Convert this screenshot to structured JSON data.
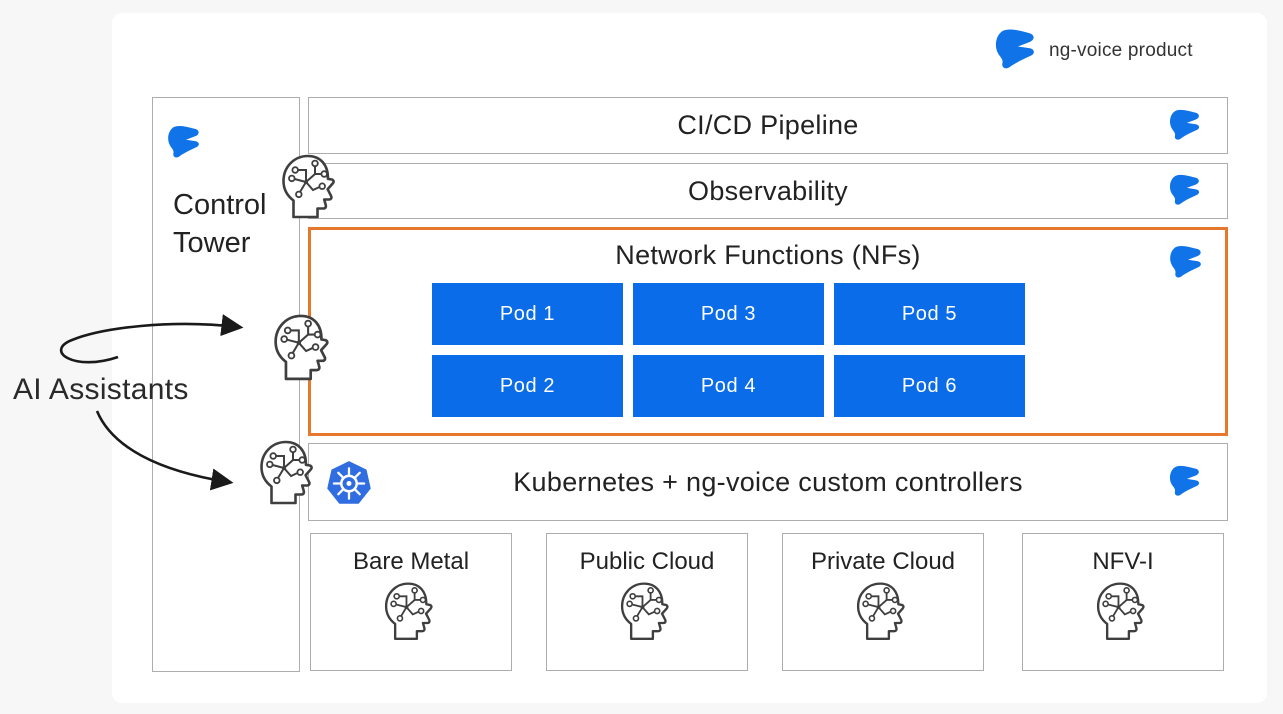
{
  "brand": {
    "label": "ng-voice product"
  },
  "control_tower": {
    "label": "Control Tower"
  },
  "ai_assistants": {
    "label": "AI Assistants"
  },
  "bars": {
    "cicd": {
      "label": "CI/CD Pipeline"
    },
    "observability": {
      "label": "Observability"
    },
    "kubernetes": {
      "label": "Kubernetes + ng-voice custom controllers"
    }
  },
  "network_functions": {
    "title": "Network Functions (NFs)",
    "pods": [
      "Pod 1",
      "Pod 2",
      "Pod 3",
      "Pod 4",
      "Pod 5",
      "Pod 6"
    ]
  },
  "infrastructure": [
    {
      "label": "Bare Metal"
    },
    {
      "label": "Public Cloud"
    },
    {
      "label": "Private Cloud"
    },
    {
      "label": "NFV-I"
    }
  ],
  "colors": {
    "pod_blue": "#0a6ce9",
    "logo_blue": "#1173e8",
    "k8s_blue": "#2f6de0",
    "orange": "#e6782d",
    "border_gray": "#adadad",
    "text": "#222222",
    "page_bg": "#f7f7f7",
    "head_outline": "#3f3f3f",
    "arrow": "#1a1a1a"
  }
}
